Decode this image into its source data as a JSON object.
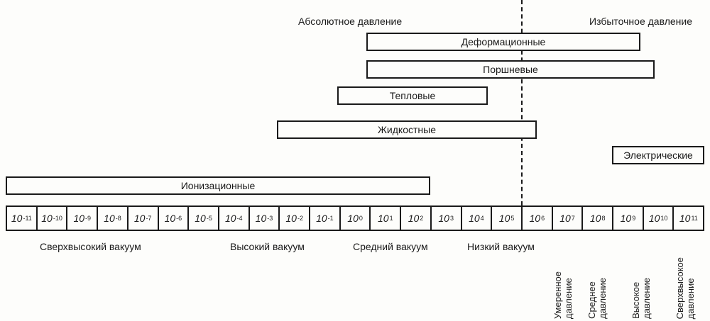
{
  "zones": {
    "absolute": "Абсолютное давление",
    "excess": "Избыточное давление"
  },
  "instruments": [
    "Деформационные",
    "Поршневые",
    "Тепловые",
    "Жидкостные",
    "Электрические",
    "Ионизационные"
  ],
  "scale": [
    {
      "base": "10",
      "exp": "-11"
    },
    {
      "base": "10",
      "exp": "-10"
    },
    {
      "base": "10",
      "exp": "-9"
    },
    {
      "base": "10",
      "exp": "-8"
    },
    {
      "base": "10",
      "exp": "-7"
    },
    {
      "base": "10",
      "exp": "-6"
    },
    {
      "base": "10",
      "exp": "-5"
    },
    {
      "base": "10",
      "exp": "-4"
    },
    {
      "base": "10",
      "exp": "-3"
    },
    {
      "base": "10",
      "exp": "-2"
    },
    {
      "base": "10",
      "exp": "-1"
    },
    {
      "base": "10",
      "exp": "0"
    },
    {
      "base": "10",
      "exp": "1"
    },
    {
      "base": "10",
      "exp": "2"
    },
    {
      "base": "10",
      "exp": "3"
    },
    {
      "base": "10",
      "exp": "4"
    },
    {
      "base": "10",
      "exp": "5"
    },
    {
      "base": "10",
      "exp": "6"
    },
    {
      "base": "10",
      "exp": "7"
    },
    {
      "base": "10",
      "exp": "8"
    },
    {
      "base": "10",
      "exp": "9"
    },
    {
      "base": "10",
      "exp": "10"
    },
    {
      "base": "10",
      "exp": "11"
    }
  ],
  "vacuum_ranges": [
    "Сверхвысокий вакуум",
    "Высокий вакуум",
    "Средний вакуум",
    "Низкий вакуум"
  ],
  "pressure_ranges": [
    "Умеренное\nдавление",
    "Среднее\nдавление",
    "Высокое\nдавление",
    "Сверхвысокое\nдавление"
  ]
}
